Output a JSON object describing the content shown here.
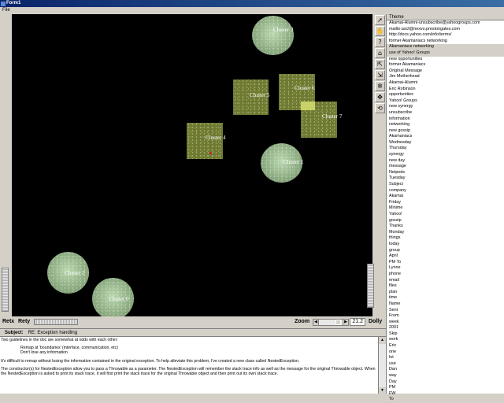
{
  "window": {
    "title": "Form1"
  },
  "menu": {
    "file_label": "File"
  },
  "clusters": {
    "c0": "Cluster 0",
    "c1": "Cluster 1",
    "c2": "Cluster 2",
    "c3": "Cluster 3",
    "c4": "Cluster 4",
    "c5": "Cluster 5",
    "c6": "Cluster 6",
    "c7": "Cluster 7"
  },
  "toolbar": {
    "tools": [
      "arrow-tool-icon",
      "hand-tool-icon",
      "help-icon",
      "home-icon",
      "select-icon",
      "pan-icon",
      "network-icon",
      "move-icon",
      "reset-icon"
    ],
    "glyphs": [
      "➚",
      "✋",
      "?",
      "⌂",
      "⇱",
      "⇲",
      "✲",
      "✥",
      "⟲"
    ]
  },
  "themes": {
    "header": "Theme",
    "items": [
      "Akamai-Alumni-unsubscribe@yahoogroups.com",
      "mailto:ascf@nexvo.prestongates.com",
      "http://docs.yahoo.com/info/terms/",
      "former Akamaniacs networking",
      "Akamaniacs networking",
      "use of Yahoo! Groups",
      "new opportunities",
      "former Akamaniacs",
      "Original Message",
      "Jim Motherhead",
      "Akamai-Alumni",
      "Eric Robinson",
      "opportunities",
      "Yahoo! Groups",
      "new synergy",
      "unsubscribe",
      "information",
      "networking",
      "new gossip",
      "Akamaniacs",
      "Wednesday",
      "Thursday",
      "synergy",
      "new day",
      "message",
      "Netpods",
      "Tuesday",
      "Subject",
      "company",
      "Akamai",
      "Friday",
      "Minime",
      "Yahoo!",
      "gossip",
      "Thanks",
      "Monday",
      "things",
      "today",
      "group",
      "April",
      "PM To",
      "Lynne",
      "phone",
      "email",
      "files",
      "plan",
      "time",
      "Name",
      "Sent",
      "From",
      "week",
      "2001",
      "Skip",
      "work",
      "Eric",
      "one",
      "lot",
      "use",
      "Dan",
      "way",
      "Day",
      "PM",
      "FW",
      "To"
    ],
    "selected_indices": [
      4,
      5
    ]
  },
  "controls": {
    "retx_label": "Retx",
    "rety_label": "Rety",
    "zoom_label": "Zoom",
    "zoom_value": "21.2",
    "dolly_label": "Dolly"
  },
  "email": {
    "subject_label": "Subject:",
    "subject_value": "RE: Exception handling",
    "lines": [
      "Two guidelines in the doc are somewhat at odds with each other:",
      "Remap at 'boundaries' (interface, communication, etc)",
      "Don't lose any information",
      "It's difficult to remap without losing the information contained in the original exception. To help alleviate this problem, I've created a new class called NestedException.",
      "The constructor(s) for NestedException allow you to pass a Throwable as a parameter. The NestedException will remember the stack trace info as well as the message for the original Throwable object.  When the NestedException is asked to print its stack trace, it will first print the stack trace for the original Throwable object and then print out its own stack trace."
    ]
  }
}
